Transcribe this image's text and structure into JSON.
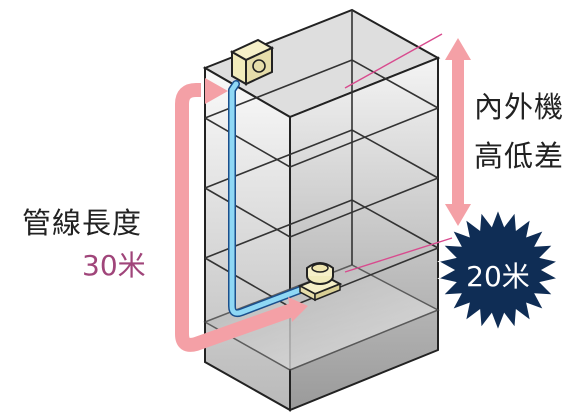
{
  "pipe_length": {
    "label": "管線長度",
    "value": "30米"
  },
  "height_difference": {
    "label_line1": "內外機",
    "label_line2": "高低差",
    "value": "20米"
  },
  "colors": {
    "pipe_arrow": "#f4a0a6",
    "height_arrow": "#f4a0a6",
    "pipe_line": "#59c3ec",
    "badge": "#0f2d55",
    "value_accent": "#a0457a",
    "leader_line": "#d84b8e",
    "building_edge": "#222222",
    "building_top": "#dcdcdc",
    "building_side": "#c8c8c8",
    "unit_fill": "#f1ebbb"
  },
  "icons": [
    "indoor-unit-icon",
    "outdoor-unit-icon",
    "starburst-badge-icon"
  ]
}
